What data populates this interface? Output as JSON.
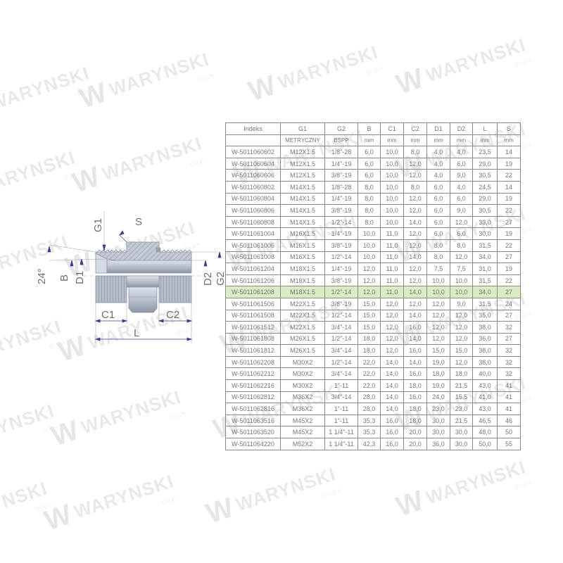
{
  "watermark": {
    "brand": "WARYNSKI",
    "sub": "Origin",
    "logo": "W"
  },
  "drawing": {
    "labels": {
      "g1": "G1",
      "s": "S",
      "angle": "24°",
      "b": "B",
      "d1": "D1",
      "d2": "D2",
      "g2": "G2",
      "c1": "C1",
      "c2": "C2",
      "l": "L"
    },
    "colors": {
      "metal_light": "#c9ced8",
      "metal_dark": "#8d95a6",
      "hatch": "#a5adbb",
      "arrow": "#3b3f8f",
      "line": "#9a9a9a"
    }
  },
  "table": {
    "highlight_color": "#d9ecc4",
    "highlight_index": 13,
    "headers": [
      "Indeks",
      "G1",
      "G2",
      "B",
      "C1",
      "C2",
      "D1",
      "D2",
      "L",
      "S"
    ],
    "units": [
      "",
      "METRYCZNY",
      "BSPP",
      "mm",
      "mm",
      "mm",
      "mm",
      "mm",
      "mm",
      "mm"
    ],
    "rows": [
      [
        "W-5011060602",
        "M12X1.5",
        "1/8\"-28",
        "6,0",
        "10,0",
        "8,0",
        "4,0",
        "4,0",
        "23,5",
        "14"
      ],
      [
        "W-5011060604",
        "M12X1.5",
        "1/4\"-19",
        "6,0",
        "10,0",
        "12,0",
        "4,0",
        "6,0",
        "29,0",
        "19"
      ],
      [
        "W-5011060606",
        "M12X1.5",
        "3/8\"-19",
        "6,0",
        "10,0",
        "12,0",
        "4,0",
        "9,0",
        "30,5",
        "22"
      ],
      [
        "W-5011060802",
        "M14X1.5",
        "1/8\"-28",
        "8,0",
        "10,0",
        "8,0",
        "6,0",
        "4,0",
        "24,5",
        "14"
      ],
      [
        "W-5011060804",
        "M14X1.5",
        "1/4\"-19",
        "8,0",
        "10,0",
        "12,0",
        "6,0",
        "6,0",
        "29,0",
        "19"
      ],
      [
        "W-5011060806",
        "M14X1.5",
        "3/8\"-19",
        "8,0",
        "10,0",
        "12,0",
        "6,0",
        "9,0",
        "30,5",
        "22"
      ],
      [
        "W-5011060808",
        "M14X1.5",
        "1/2\"-14",
        "8,0",
        "10,0",
        "14,0",
        "6,0",
        "12,0",
        "33,0",
        "27"
      ],
      [
        "W-5011061004",
        "M16X1.5",
        "1/4\"-19",
        "10,0",
        "11,0",
        "12,0",
        "6,0",
        "6,0",
        "30,0",
        "19"
      ],
      [
        "W-5011061006",
        "M16X1.5",
        "3/8\"-19",
        "10,0",
        "11,0",
        "12,0",
        "8,0",
        "8,0",
        "31,5",
        "22"
      ],
      [
        "W-5011061008",
        "M16X1.5",
        "1/2\"-14",
        "10,0",
        "11,0",
        "14,0",
        "8,0",
        "12,0",
        "34,0",
        "27"
      ],
      [
        "W-5011061204",
        "M18X1.5",
        "1/4\"-19",
        "12,0",
        "11,0",
        "12,0",
        "7,5",
        "7,5",
        "31,0",
        "19"
      ],
      [
        "W-5011061206",
        "M18X1.5",
        "3/8\"-19",
        "12,0",
        "11,0",
        "12,0",
        "10,0",
        "10,0",
        "31,5",
        "22"
      ],
      [
        "W-5011061208",
        "M18X1.5",
        "1/2\"-14",
        "12,0",
        "11,0",
        "14,0",
        "10,0",
        "10,0",
        "34,0",
        "27"
      ],
      [
        "W-5011061506",
        "M22X1.5",
        "3/8\"-19",
        "15,0",
        "12,0",
        "12,0",
        "12,0",
        "9,0",
        "31,5",
        "24"
      ],
      [
        "W-5011061508",
        "M22X1.5",
        "1/2\"-14",
        "15,0",
        "12,0",
        "14,0",
        "12,0",
        "12,0",
        "35,0",
        "27"
      ],
      [
        "W-5011061512",
        "M22X1.5",
        "3/4\"-14",
        "15,0",
        "12,0",
        "16,0",
        "12,0",
        "12,0",
        "38,0",
        "32"
      ],
      [
        "W-5011061808",
        "M26X1.5",
        "1/2\"-14",
        "18,0",
        "12,0",
        "14,0",
        "12,0",
        "12,0",
        "36,0",
        "27"
      ],
      [
        "W-5011061812",
        "M26X1.5",
        "3/4\"-14",
        "18,0",
        "12,0",
        "16,0",
        "15,0",
        "15,0",
        "38,0",
        "32"
      ],
      [
        "W-5011062208",
        "M30X2",
        "1/2\"-14",
        "22,0",
        "14,0",
        "14,0",
        "19,0",
        "12,0",
        "38,0",
        "32"
      ],
      [
        "W-5011062212",
        "M30X2",
        "3/4\"-14",
        "22,0",
        "14,0",
        "16,0",
        "18,0",
        "18,0",
        "40,0",
        "32"
      ],
      [
        "W-5011062216",
        "M30X2",
        "1\"-11",
        "22,0",
        "14,0",
        "18,0",
        "19,0",
        "21,5",
        "43,0",
        "41"
      ],
      [
        "W-5011062812",
        "M36X2",
        "3/4\"-14",
        "28,0",
        "14,0",
        "16,0",
        "24,0",
        "15,5",
        "41,0",
        "41"
      ],
      [
        "W-5011062816",
        "M36X2",
        "1\"-11",
        "28,0",
        "14,0",
        "18,0",
        "23,0",
        "23,0",
        "43,0",
        "41"
      ],
      [
        "W-5011063516",
        "M45X2",
        "1\"-11",
        "35,3",
        "16,0",
        "18,0",
        "30,0",
        "21,5",
        "46,5",
        "46"
      ],
      [
        "W-5011063520",
        "M45X2",
        "1 1/4\"-11",
        "35,3",
        "16,0",
        "20,0",
        "30,0",
        "30,0",
        "48,0",
        "50"
      ],
      [
        "W-5011064220",
        "M52X2",
        "1 1/4\"-11",
        "42,3",
        "16,0",
        "20,0",
        "36,0",
        "30,0",
        "50,0",
        "55"
      ]
    ]
  }
}
